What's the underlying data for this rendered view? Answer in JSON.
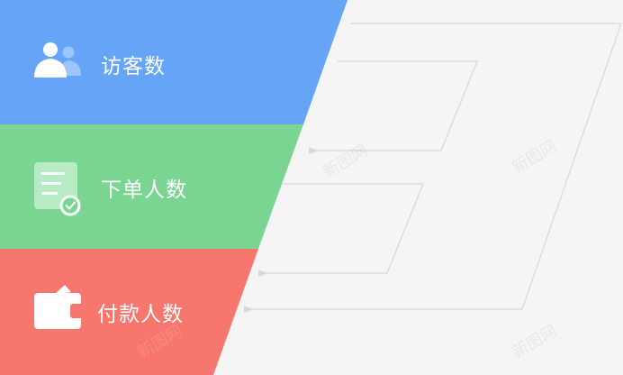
{
  "stages": [
    {
      "label": "访客数",
      "color": "#66a4f8",
      "icon": "users-icon"
    },
    {
      "label": "下单人数",
      "color": "#7bd592",
      "icon": "order-check-icon"
    },
    {
      "label": "付款人数",
      "color": "#f7776e",
      "icon": "wallet-icon"
    }
  ],
  "panel_color": "#f5f5f5",
  "line_color": "#dddddd",
  "watermark": "新图网"
}
